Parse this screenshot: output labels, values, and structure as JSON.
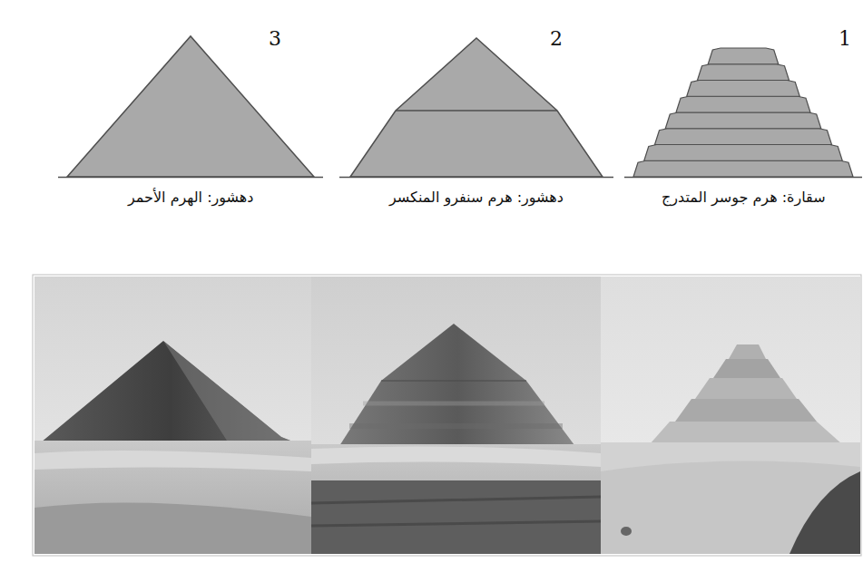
{
  "diagram": {
    "nodes": [
      {
        "text": [
          "1",
          "سقارة: هرم جوسر المتدرج"
        ]
      },
      {
        "text": [
          "2",
          "دهشور: هرم سنفرو المنكسر"
        ]
      },
      {
        "text": [
          "3",
          "دهشور: الهرم الأحمر"
        ]
      }
    ]
  }
}
